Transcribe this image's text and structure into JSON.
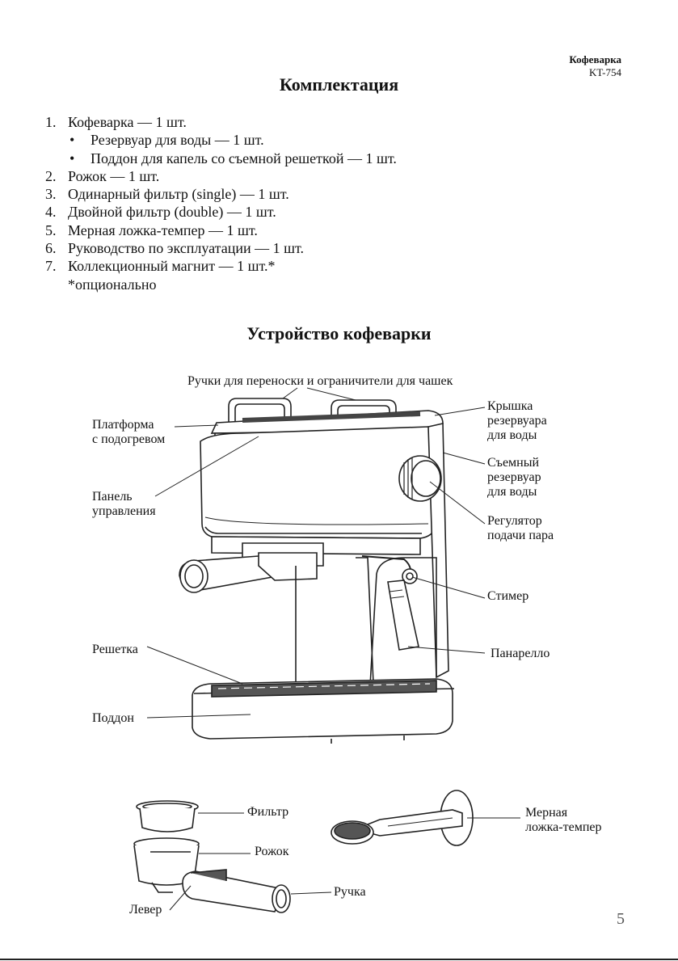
{
  "header": {
    "brand": "Кофеварка",
    "model": "KT-754"
  },
  "section1": {
    "title": "Комплектация",
    "items": [
      {
        "num": "1.",
        "text": "Кофеварка — 1 шт."
      },
      {
        "bullet": "•",
        "text": "Резервуар для воды — 1 шт."
      },
      {
        "bullet": "•",
        "text": "Поддон для капель со съемной решеткой — 1 шт."
      },
      {
        "num": "2.",
        "text": "Рожок — 1 шт."
      },
      {
        "num": "3.",
        "text": "Одинарный фильтр (single) — 1 шт."
      },
      {
        "num": "4.",
        "text": "Двойной фильтр (double) — 1 шт."
      },
      {
        "num": "5.",
        "text": "Мерная ложка-темпер — 1 шт."
      },
      {
        "num": "6.",
        "text": "Руководство по эксплуатации — 1 шт."
      },
      {
        "num": "7.",
        "text": "Коллекционный магнит — 1 шт.*"
      }
    ],
    "note": "*опционально"
  },
  "section2": {
    "title": "Устройство кофеварки",
    "labels": {
      "handles": "Ручки для переноски и ограничители для чашек",
      "platform_1": "Платформа",
      "platform_2": "с подогревом",
      "panel_1": "Панель",
      "panel_2": "управления",
      "lid_1": "Крышка",
      "lid_2": "резервуара",
      "lid_3": "для воды",
      "tank_1": "Съемный",
      "tank_2": "резервуар",
      "tank_3": "для воды",
      "knob_1": "Регулятор",
      "knob_2": "подачи пара",
      "steamer": "Стимер",
      "grid": "Решетка",
      "panarello": "Панарелло",
      "tray": "Поддон"
    }
  },
  "accessories": {
    "filter": "Фильтр",
    "holder": "Рожок",
    "handle": "Ручка",
    "lever": "Левер",
    "scoop_1": "Мерная",
    "scoop_2": "ложка-темпер"
  },
  "page_number": "5"
}
